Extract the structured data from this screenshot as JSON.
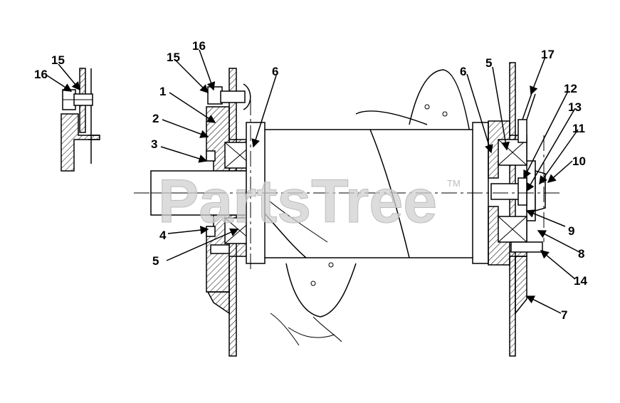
{
  "watermark": {
    "text": "PartsTree",
    "trademark": "TM"
  },
  "callouts": {
    "c1": "1",
    "c2": "2",
    "c3": "3",
    "c4": "4",
    "c5_left": "5",
    "c5_right": "5",
    "c6_left": "6",
    "c6_right": "6",
    "c7": "7",
    "c8": "8",
    "c9": "9",
    "c10": "10",
    "c11": "11",
    "c12": "12",
    "c13": "13",
    "c14": "14",
    "c15_inset": "15",
    "c15_main": "15",
    "c16_inset": "16",
    "c16_main": "16",
    "c17": "17"
  }
}
